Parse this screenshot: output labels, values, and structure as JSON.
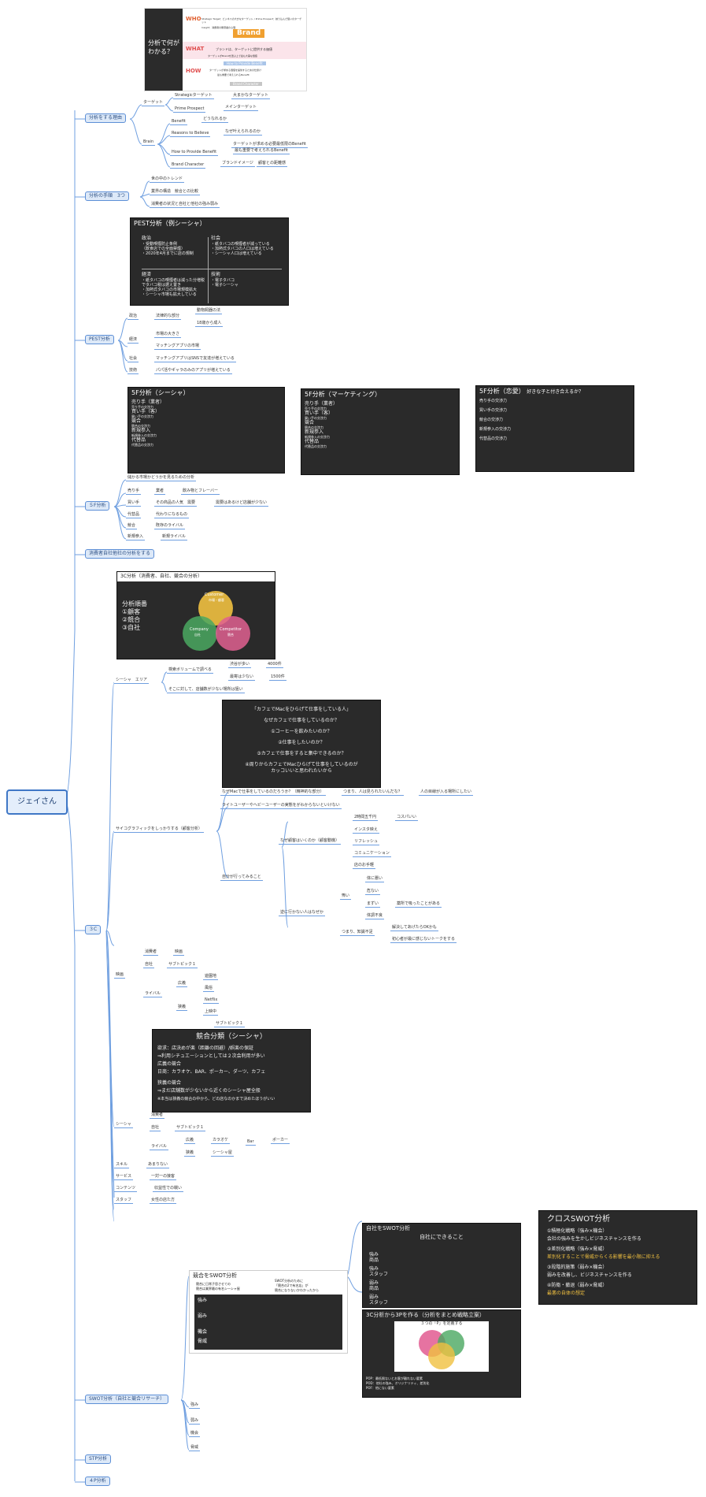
{
  "root": "ジェイさん",
  "topics": {
    "reason": "分析をする理由",
    "steps": "分析の手順　3つ",
    "pest": "PEST分析",
    "fiveforce": "５F分析",
    "consumer_self_comp": "消費者自社他社の分析をする",
    "threec": "３C",
    "swot": "SWOT分析（自社と競合リサーチ）",
    "stp": "STP分析",
    "fourp": "４P分析"
  },
  "img_brand": {
    "side": "分析で何がわかる？",
    "who": "WHO",
    "what": "WHAT",
    "how": "HOW",
    "brand": "Brand",
    "who_line1": "Strategic Target：ビジネスの大きなターゲット / Prime Prospect：絞り込んだ狙いのターゲット",
    "who_line2": "Insight：消費者の無意識の心理",
    "what_line": "ブランドは、ターゲットに提供する価値",
    "what_sub": "ターゲットがBrandを選ぶ上で最も大事な価値",
    "how_tag": "How to Provide Benefit",
    "how_line1": "ターゲットが求める価値を提供するための仕掛け",
    "how_line2": "最も重要で考えられるBenefit",
    "char_tag": "Brand Character"
  },
  "reason": {
    "target": "ターゲット",
    "strategic": "Strategicターゲット",
    "strategic_desc": "大まかなターゲット",
    "prime": "Prime Prospect",
    "prime_desc": "メインターゲット",
    "brain": "Brain",
    "benefit": "Benefit",
    "benefit_desc": "どうなれるか",
    "rtb": "Reasons to Believe",
    "rtb_desc": "なぜ叶えられるのか",
    "rtb_desc2": "ターゲットが求める必要最低限のBenefit",
    "how": "How to Provide Benefit",
    "how_desc": "最も重要で考えられるBenefit",
    "character": "Brand Character",
    "character_desc1": "ブランドイメージ",
    "character_desc2": "顧客との距離感"
  },
  "steps": {
    "s1": "世の中のトレンド",
    "s2": "業界の構造　競合との比較",
    "s3": "消費者の状況と自社と他社の強み弱み"
  },
  "img_pest": {
    "title": "PEST分析（例シーシャ）",
    "pol_h": "政治",
    "pol_1": "・受動喫煙防止条例",
    "pol_2": "（飲食店での全面禁煙）",
    "pol_3": "・2020年4月までに店の規制",
    "soc_h": "社会",
    "soc_1": "・紙タバコの喫煙者が減っている",
    "soc_2": "・加熱式タバコの人口は増えている",
    "soc_3": "・シーシャ人口は増えている",
    "eco_h": "経済",
    "eco_1": "・紙タバコの喫煙者は減った分増税でタバコ税は据え置き",
    "eco_2": "・加熱式タバコの市場規模拡大",
    "eco_3": "・シーシャ市場も拡大している",
    "tec_h": "技術",
    "tec_1": "・電子タバコ",
    "tec_2": "・電子シーシャ"
  },
  "pest": {
    "pol": "政治",
    "pol_a": "法律的な部分",
    "pol_b": "動物飼器の法",
    "pol_c": "18歳から成人",
    "eco": "経済",
    "eco_a": "市場の大きさ",
    "eco_b": "マッチングアプリの市場",
    "soc": "社会",
    "soc_a": "マッチングアプリはSNSで友達が増えている",
    "tec": "技術",
    "tec_a": "パパ活やギャラのみのアプリが増えている"
  },
  "img_5f": [
    {
      "title": "5F分析（シーシャ）"
    },
    {
      "title": "5F分析（マーケティング）"
    },
    {
      "title": "5F分析（恋愛）",
      "sub": "好きな子と付き合えるか？"
    }
  ],
  "img_5f_rows": {
    "r1": "売り手（業者）",
    "r1s": "売り手の交渉力",
    "r2": "買い手（客）",
    "r2s": "買い手の交渉力",
    "r3": "競合",
    "r3s": "競合の交渉力",
    "r4": "新規参入",
    "r4s": "新規参入の交渉力",
    "r5": "代替品",
    "r5s": "代替品の交渉力"
  },
  "fiveforce": {
    "head": "儲かる市場かどうかを見るための分析",
    "seller": "売り手",
    "seller_a": "業者",
    "seller_b": "飲み物とフレーバー",
    "buyer": "買い手",
    "buyer_a": "その商品の人気　需要",
    "buyer_b": "需要はあるけど店舗が少ない",
    "subst": "代替品",
    "subst_a": "代わりになるもの",
    "comp": "競合",
    "comp_a": "既存のライバル",
    "newent": "新規参入",
    "newent_a": "新規ライバル"
  },
  "img_3c": {
    "title": "3C分析（消費者、自社、競合の分析）",
    "side1": "分析順番",
    "side2": "①顧客",
    "side3": "②競合",
    "side4": "③自社",
    "customer": "Customer",
    "customer_sub": "市場・顧客",
    "competitor": "Competitor",
    "competitor_sub": "競合",
    "company": "Company",
    "company_sub": "自社"
  },
  "threec": {
    "area": "シーシャ　エリア",
    "search": "検索ボリュームで調べる",
    "shibuya": "渋谷が多い",
    "n4000": "4000件",
    "ikebukuro": "最寄は少ない",
    "n1500": "1500件",
    "less": "そこに対して、店舗数が少ない場所は狙い",
    "psycho": "サイコグラフィックをしっかりする（顧客分析）",
    "why_mac": "なぜMacで仕事をしているのだろうか？（精神的な部分）",
    "tsumari": "つまり、人は見られたいんだな？",
    "hito": "人の目線が入る場所にしたい",
    "light": "ライトユーザーやヘビーユーザーの実態をがわからないといけない",
    "nazo": "自分が行ってみること",
    "nazegyaku": "なぜ顧客はいくのか（顧客動機）",
    "m1": "2時間五千円",
    "m1b": "コスパいい",
    "m2": "インスタ映え",
    "m3": "リフレッシュ",
    "m4": "コミュニケーション",
    "m5": "店のお手軽",
    "notgo": "逆に行かない人はなぜか",
    "bad": "怖い",
    "b1": "体に悪い",
    "b2": "危ない",
    "b3": "まずい",
    "b3b": "薬所で吸ったことがある",
    "b4": "体調不良",
    "tsumari2": "つまり、知識不足",
    "k1": "解決してあげたらOKかも",
    "k2": "初心者が最に感じないトークをする",
    "market": "映画",
    "c1": "消費者",
    "c1b": "映画",
    "c2": "自社",
    "c2b": "サブトピック１",
    "c3": "ライバル",
    "c3a": "広義",
    "c3a1": "遊園地",
    "c3a2": "風俗",
    "c3b": "狭義",
    "c3b1": "Netflix",
    "c3b2": "上映中",
    "c3c": "サブトピック１",
    "shisha": "シーシャ",
    "d1": "消費者",
    "d2": "自社",
    "d2b": "サブトピック１",
    "d3": "ライバル",
    "d3a": "広義",
    "d3a1": "カラオケ",
    "d3a2": "Bar",
    "d3a3": "ポーカー",
    "d3b": "狭義",
    "d3b1": "シーシャ屋",
    "skill": "スキル",
    "skill_a": "あまりない",
    "service": "サービス",
    "service_a": "一対一の接客",
    "content": "コンテンツ",
    "content_a": "収益性での戦い",
    "staff": "スタッフ",
    "staff_a": "女性の店た方"
  },
  "img_cafe": {
    "l1": "「カフェでMacをひらげて仕事をしている人」",
    "l2": "なぜカフェで仕事をしているのか？",
    "l3": "①コーヒーを飲みたいのか？",
    "l4": "②仕事をしたいのか？",
    "l5": "③カフェで仕事をすると集中できるのか？",
    "l6": "④周りからカフェでMacひらげて仕事をしているのが",
    "l7": "カッコいいと思われたいから"
  },
  "img_comp": {
    "title": "競合分類（シーシャ）",
    "l1": "欲求：店決めが楽（距離の回避）/娯楽の保証",
    "l2": "⇒利用シチュエーションとしては２次会利用が多い",
    "l3": "広義の競合",
    "l4": "日商：カラオケ、BAR、ポーカー、ダーツ、カフェ",
    "l5": "狭義の競合",
    "l6": "⇒まだ店舗数が少ないから近くのシーシャ屋全般",
    "l7": "※本当は狭義の競合の中から、どの店なのかまで決めたほうがいい"
  },
  "img_swot_comp": {
    "title": "競合をSWOT分析",
    "sub1": "競合に日常子思させての",
    "sub2": "競合は業界最の有名シーシャ屋",
    "arrow": "SWOT分析のために",
    "sub3": "「競合の2で有名店」が",
    "sub4": "競合になりないかわかったから",
    "s": "強み",
    "w": "弱み",
    "o": "機会",
    "t": "脅威"
  },
  "img_swot_self": {
    "title": "自社をSWOT分析",
    "sub": "自社にできること",
    "s1": "強み",
    "s1b": "商品",
    "s2": "強み",
    "s2b": "スタッフ",
    "w1": "弱み",
    "w1b": "商品",
    "w2": "弱み",
    "w2b": "スタッフ"
  },
  "img_cross": {
    "title": "クロスSWOT分析",
    "a1": "①積極化戦略（強み×機会）",
    "a2": "会社の強みを生かしビジネスチャンスを作る",
    "b1": "②差別化戦略（強み×脅威）",
    "b2": "差別化することで脅威からくる影響を最小限に抑える",
    "c1": "③段階的施策（弱み×機会）",
    "c2": "弱みを改善し、ビジネスチャンスを作る",
    "d1": "④防衛・撤退（弱み×脅威）",
    "d2": "最悪の自体の想定"
  },
  "img_3p": {
    "title": "3C分析から3Pを作る（分析をまとめ戦略立案）",
    "sub": "３つの「P」を定義する",
    "pop": "POP：最低限ないとお客が離れない要素",
    "pod": "POD：他社の強み、オリジナリティ、差別化",
    "pof": "POF：他にない要素"
  },
  "swot": {
    "s": "強み",
    "w": "弱み",
    "o": "機会",
    "t": "脅威"
  }
}
